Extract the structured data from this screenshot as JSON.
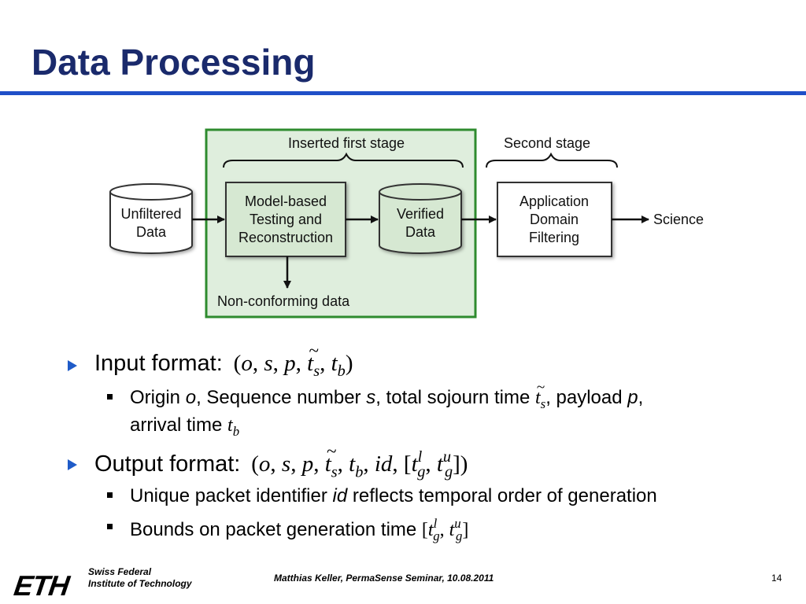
{
  "slide": {
    "title": "Data Processing",
    "page_number": "14"
  },
  "diagram": {
    "first_stage_label": "Inserted first stage",
    "second_stage_label": "Second stage",
    "unfiltered_line1": "Unfiltered",
    "unfiltered_line2": "Data",
    "model_line1": "Model-based",
    "model_line2": "Testing and",
    "model_line3": "Reconstruction",
    "verified_line1": "Verified",
    "verified_line2": "Data",
    "app_line1": "Application",
    "app_line2": "Domain",
    "app_line3": "Filtering",
    "science_label": "Science",
    "nonconforming_label": "Non-conforming data",
    "colors": {
      "stage_fill": "#dfeedd",
      "stage_border": "#2e8b2e",
      "node_fill": "#d6e8d2"
    }
  },
  "bullets": {
    "input_label": "Input format:",
    "origin_text": "Origin",
    "seq_text": ", Sequence number",
    "sojourn_text": ", total sojourn time",
    "payload_text": ", payload",
    "arrival_text": "arrival time",
    "output_label": "Output format:",
    "unique_text": "Unique packet identifier",
    "reflects_text": "reflects temporal order of generation",
    "bounds_text": "Bounds on packet generation time",
    "var_o": "o",
    "var_s": "s",
    "var_p": "p",
    "var_t": "t",
    "var_id": "id",
    "sub_s": "s",
    "sub_b": "b",
    "sub_g": "g",
    "sup_l": "l",
    "sup_u": "u"
  },
  "footer": {
    "logo_text": "ETH",
    "institution_line1": "Swiss Federal",
    "institution_line2": "Institute of Technology",
    "author": "Matthias Keller, PermaSense Seminar, 10.08.2011"
  }
}
